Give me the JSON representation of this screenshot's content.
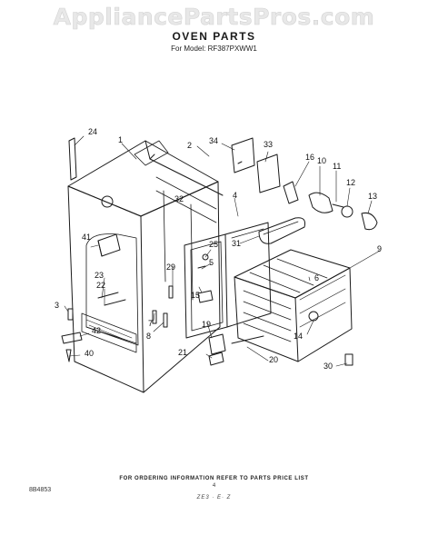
{
  "watermark": "AppliancePartsPros.com",
  "header": {
    "title": "OVEN PARTS",
    "model": "For Model: RF387PXWW1"
  },
  "parts": [
    "1",
    "2",
    "3",
    "4",
    "5",
    "6",
    "7",
    "8",
    "9",
    "10",
    "11",
    "12",
    "13",
    "14",
    "15",
    "16",
    "19",
    "20",
    "21",
    "22",
    "23",
    "24",
    "25",
    "29",
    "30",
    "31",
    "32",
    "33",
    "34",
    "40",
    "41",
    "42"
  ],
  "footer": {
    "ordering_note": "FOR ORDERING INFORMATION REFER TO PARTS PRICE LIST",
    "page_number": "4",
    "doc_code": "8B4853",
    "date_code": "ZE3 · E· Z"
  }
}
